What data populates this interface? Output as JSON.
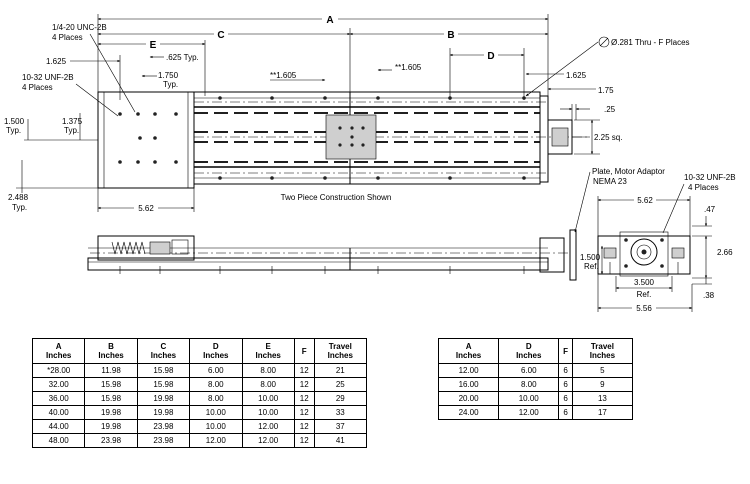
{
  "dimensions": {
    "A": "A",
    "B": "B",
    "C": "C",
    "D": "D",
    "E": "E",
    "unc": "1/4-20 UNC-2B",
    "unc_places": "4 Places",
    "d1625": "1.625",
    "d625typ": ".625 Typ.",
    "d1750": "1.750",
    "d1750typ": "Typ.",
    "unf": "10-32 UNF-2B",
    "unf_places": "4 Places",
    "d1500": "1.500",
    "d1500typ": "Typ.",
    "d1375": "1.375",
    "d1375typ": "Typ.",
    "d2488": "2.488",
    "d2488typ": "Typ.",
    "d562": "5.62",
    "star1605a": "**1.605",
    "star1605b": "**1.605",
    "thru": "Ø.281 Thru - F Places",
    "d1625r": "1.625",
    "d175": "1.75",
    "d25": ".25",
    "d225sq": "2.25 sq.",
    "note": "Two Piece Construction Shown",
    "plate": "Plate, Motor Adaptor",
    "nema": "NEMA 23",
    "end_unf": "10-32 UNF-2B",
    "end_places": "4 Places",
    "end_562": "5.62",
    "end_47": ".47",
    "end_266": "2.66",
    "end_1500": "1.500",
    "end_ref1": "Ref.",
    "end_3500": "3.500",
    "end_ref2": "Ref.",
    "end_38": ".38",
    "end_556": "5.56"
  },
  "table1": {
    "headers": [
      "A\nInches",
      "B\nInches",
      "C\nInches",
      "D\nInches",
      "E\nInches",
      "F",
      "Travel\nInches"
    ],
    "rows": [
      [
        "*28.00",
        "11.98",
        "15.98",
        "6.00",
        "8.00",
        "12",
        "21"
      ],
      [
        "32.00",
        "15.98",
        "15.98",
        "8.00",
        "8.00",
        "12",
        "25"
      ],
      [
        "36.00",
        "15.98",
        "19.98",
        "8.00",
        "10.00",
        "12",
        "29"
      ],
      [
        "40.00",
        "19.98",
        "19.98",
        "10.00",
        "10.00",
        "12",
        "33"
      ],
      [
        "44.00",
        "19.98",
        "23.98",
        "10.00",
        "12.00",
        "12",
        "37"
      ],
      [
        "48.00",
        "23.98",
        "23.98",
        "12.00",
        "12.00",
        "12",
        "41"
      ]
    ]
  },
  "table2": {
    "headers": [
      "A\nInches",
      "D\nInches",
      "F",
      "Travel\nInches"
    ],
    "rows": [
      [
        "12.00",
        "6.00",
        "6",
        "5"
      ],
      [
        "16.00",
        "8.00",
        "6",
        "9"
      ],
      [
        "20.00",
        "10.00",
        "6",
        "13"
      ],
      [
        "24.00",
        "12.00",
        "6",
        "17"
      ]
    ]
  }
}
